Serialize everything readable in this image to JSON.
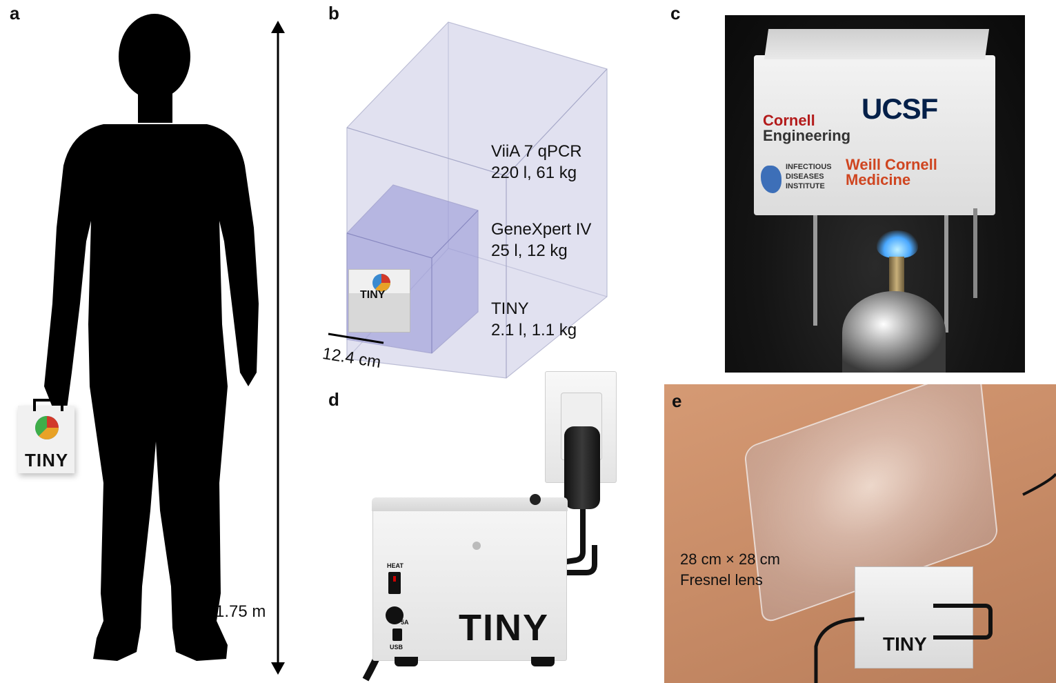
{
  "panels": {
    "a": {
      "label": "a",
      "height_label": "1.75 m",
      "device_logo_text": "TINY"
    },
    "b": {
      "label": "b",
      "devices": [
        {
          "name": "ViiA 7 qPCR",
          "specs": "220 l, 61 kg"
        },
        {
          "name": "GeneXpert IV",
          "specs": "25 l, 12 kg"
        },
        {
          "name": "TINY",
          "specs": "2.1 l, 1.1 kg"
        }
      ],
      "dimension_label": "12.4 cm",
      "device_logo_text": "TINY"
    },
    "c": {
      "label": "c",
      "logos": {
        "cornell_line1": "Cornell",
        "cornell_line2": "Engineering",
        "ucsf": "UCSF",
        "idi_line1": "INFECTIOUS",
        "idi_line2": "DISEASES",
        "idi_line3": "INSTITUTE",
        "weill_line1": "Weill Cornell",
        "weill_line2": "Medicine"
      }
    },
    "d": {
      "label": "d",
      "switch_label": "HEAT",
      "port_label_1": "5A",
      "port_label_2": "USB",
      "device_logo_text": "TINY"
    },
    "e": {
      "label": "e",
      "lens_line1": "28 cm × 28 cm",
      "lens_line2": "Fresnel lens",
      "device_logo_text": "TINY"
    }
  },
  "colors": {
    "silhouette": "#000000",
    "qpcr_box": "#c9cbe6",
    "genexpert_box": "#8f8fd6",
    "cornell_red": "#b31b1b",
    "ucsf_navy": "#052049",
    "weill_red": "#cf4520",
    "photo_dark": "#141414",
    "floor_tan": "#c98d68"
  }
}
